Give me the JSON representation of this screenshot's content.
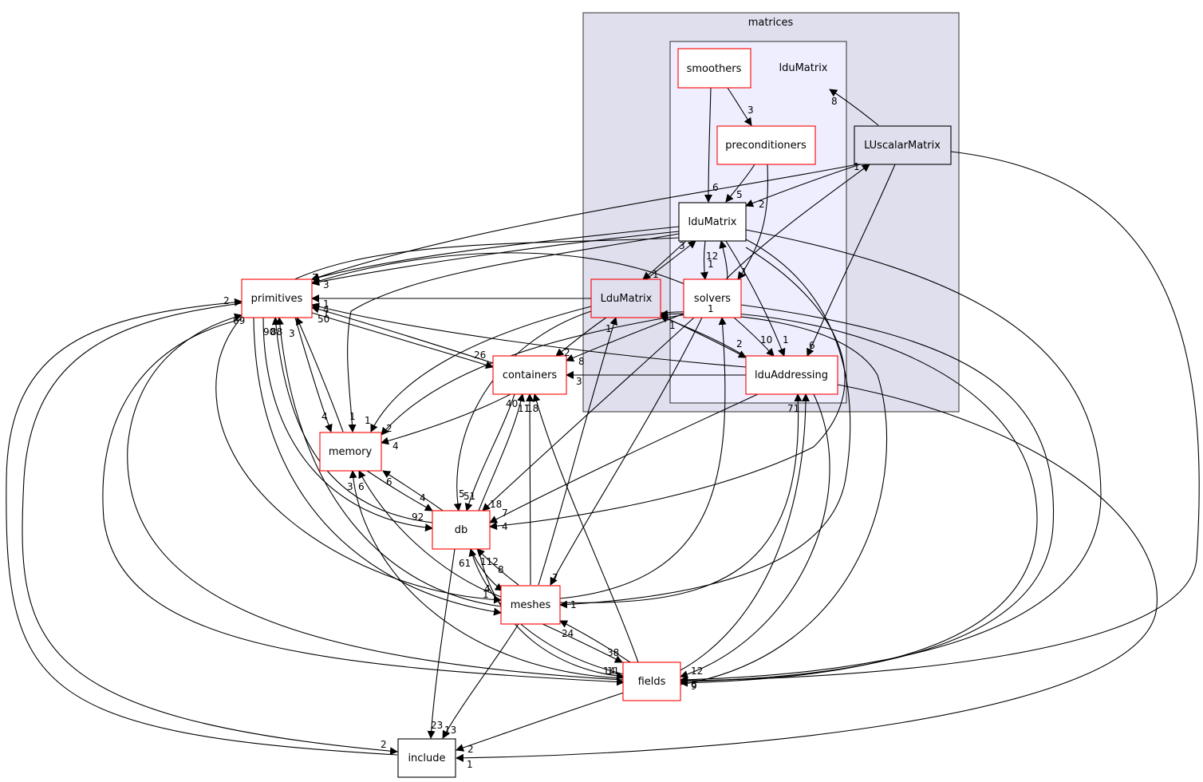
{
  "colors": {
    "cluster_outer_fill": "#dfdfee",
    "cluster_inner_fill": "#eeeeff",
    "border_dark": "#404040",
    "border_red": "#ff0000",
    "node_fill_white": "#ffffff",
    "node_fill_shaded": "#dfdfee",
    "edge": "#000000"
  },
  "clusters": {
    "matrices": "matrices",
    "lduMatrix_group": "lduMatrix"
  },
  "nodes": {
    "smoothers": "smoothers",
    "preconditioners": "preconditioners",
    "lduMatrix": "lduMatrix",
    "solvers": "solvers",
    "LduMatrix": "LduMatrix",
    "LUscalarMatrix": "LUscalarMatrix",
    "lduAddressing": "lduAddressing",
    "primitives": "primitives",
    "containers": "containers",
    "memory": "memory",
    "db": "db",
    "meshes": "meshes",
    "fields": "fields",
    "include": "include"
  },
  "edge_labels": [
    "8",
    "3",
    "6",
    "5",
    "2",
    "1",
    "3",
    "1",
    "12",
    "1",
    "1",
    "1",
    "10",
    "1",
    "2",
    "6",
    "7",
    "3",
    "1",
    "2",
    "4",
    "1",
    "50",
    "69",
    "90",
    "88",
    "3",
    "26",
    "2",
    "8",
    "3",
    "1",
    "1",
    "4",
    "1",
    "1",
    "2",
    "4",
    "3",
    "6",
    "6",
    "4",
    "92",
    "5",
    "51",
    "18",
    "7",
    "4",
    "40",
    "11",
    "18",
    "61",
    "112",
    "8",
    "4",
    "1",
    "7",
    "1",
    "24",
    "38",
    "14",
    "11",
    "12",
    "6",
    "9",
    "71",
    "23",
    "13",
    "2",
    "2",
    "1"
  ]
}
